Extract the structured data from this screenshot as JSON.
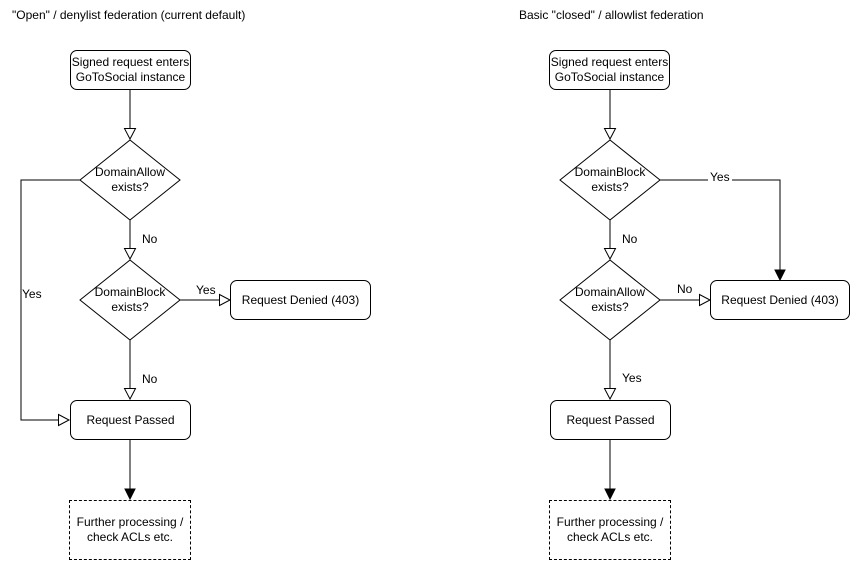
{
  "colors": {
    "stroke": "#000000",
    "background": "#ffffff",
    "text": "#000000"
  },
  "charts": [
    {
      "title": "\"Open\" / denylist federation (current default)",
      "nodes": {
        "start": "Signed request enters\nGoToSocial instance",
        "decision1": "DomainAllow\nexists?",
        "decision2": "DomainBlock\nexists?",
        "denied": "Request Denied (403)",
        "passed": "Request Passed",
        "further": "Further processing /\ncheck ACLs etc."
      },
      "edges": [
        {
          "from": "start",
          "to": "decision1",
          "label": ""
        },
        {
          "from": "decision1",
          "to": "passed",
          "label": "Yes"
        },
        {
          "from": "decision1",
          "to": "decision2",
          "label": "No"
        },
        {
          "from": "decision2",
          "to": "denied",
          "label": "Yes"
        },
        {
          "from": "decision2",
          "to": "passed",
          "label": "No"
        },
        {
          "from": "passed",
          "to": "further",
          "label": ""
        }
      ]
    },
    {
      "title": "Basic \"closed\" / allowlist federation",
      "nodes": {
        "start": "Signed request enters\nGoToSocial instance",
        "decision1": "DomainBlock\nexists?",
        "decision2": "DomainAllow\nexists?",
        "denied": "Request Denied (403)",
        "passed": "Request Passed",
        "further": "Further processing /\ncheck ACLs etc."
      },
      "edges": [
        {
          "from": "start",
          "to": "decision1",
          "label": ""
        },
        {
          "from": "decision1",
          "to": "denied",
          "label": "Yes"
        },
        {
          "from": "decision1",
          "to": "decision2",
          "label": "No"
        },
        {
          "from": "decision2",
          "to": "denied",
          "label": "No"
        },
        {
          "from": "decision2",
          "to": "passed",
          "label": "Yes"
        },
        {
          "from": "passed",
          "to": "further",
          "label": ""
        }
      ]
    }
  ]
}
